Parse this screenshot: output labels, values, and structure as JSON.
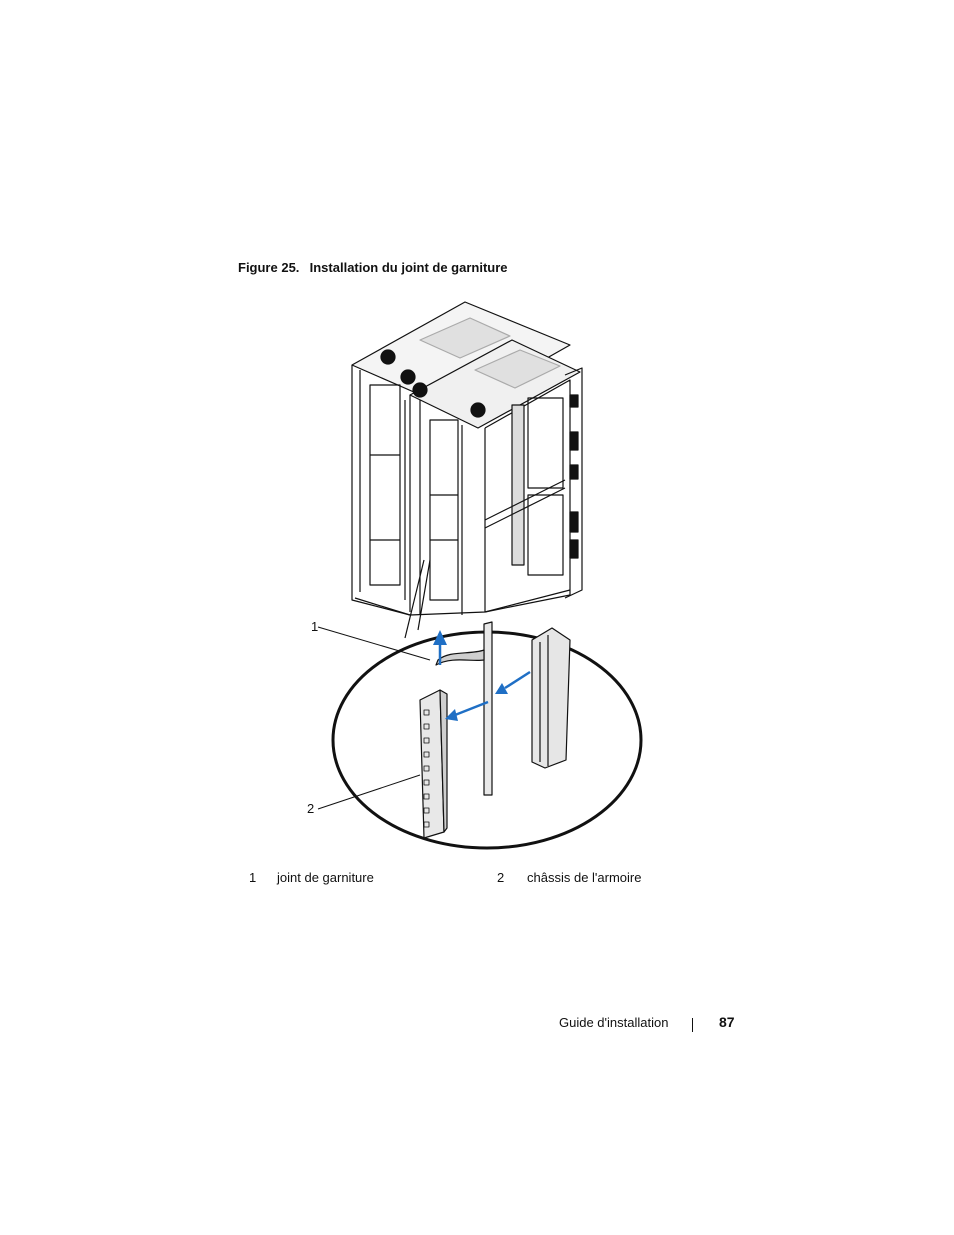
{
  "figure": {
    "number": "Figure 25.",
    "title": "Installation du joint de garniture"
  },
  "callouts": [
    "1",
    "2"
  ],
  "legend": [
    {
      "num": "1",
      "label": "joint de garniture"
    },
    {
      "num": "2",
      "label": "châssis de l'armoire"
    }
  ],
  "footer": {
    "guide": "Guide d'installation",
    "page": "87"
  },
  "colors": {
    "arrow": "#1f6fc5",
    "line": "#111111",
    "panel": "#e6e6e6"
  }
}
